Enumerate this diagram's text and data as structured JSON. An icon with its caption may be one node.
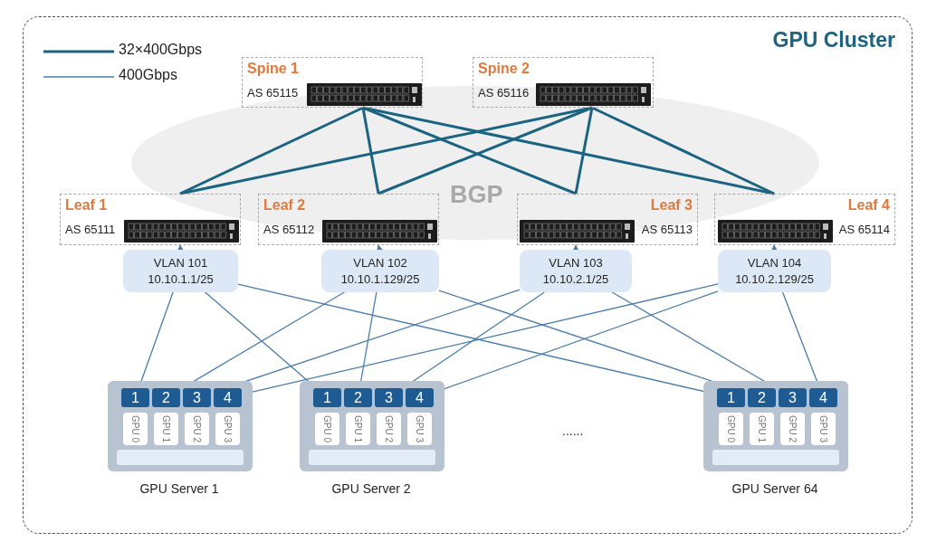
{
  "diagram": {
    "nodes": [
      {
        "text": [
          "GPU Cluster"
        ]
      },
      {
        "text": [
          "Spine 1",
          "AS 65115"
        ],
        "in": 0
      },
      {
        "text": [
          "Spine 2",
          "AS 65116"
        ],
        "in": 0
      },
      {
        "text": [
          "Leaf 1",
          "AS 65111"
        ],
        "in": 0
      },
      {
        "text": [
          "Leaf 2",
          "AS 65112"
        ],
        "in": 0
      },
      {
        "text": [
          "Leaf 3",
          "AS 65113"
        ],
        "in": 0
      },
      {
        "text": [
          "Leaf 4",
          "AS 65114"
        ],
        "in": 0
      },
      {
        "text": [
          "VLAN 101 10.10.1.1/25"
        ],
        "in": 0
      },
      {
        "text": [
          "VLAN 102 10.10.1.129/25"
        ],
        "in": 0
      },
      {
        "text": [
          "VLAN 103 10.10.2.1/25"
        ],
        "in": 0
      },
      {
        "text": [
          "VLAN 104 10.10.2.129/25"
        ],
        "in": 0
      },
      {
        "text": [],
        "shape": "box",
        "in": 0,
        "beside": [
          "GPU Server 1"
        ]
      },
      {
        "text": [
          "1"
        ],
        "in": 11
      },
      {
        "text": [
          "2"
        ],
        "in": 11
      },
      {
        "text": [
          "3"
        ],
        "in": 11
      },
      {
        "text": [
          "4"
        ],
        "in": 11
      },
      {
        "text": [
          "GPU 0"
        ],
        "in": 11
      },
      {
        "text": [
          "GPU 1"
        ],
        "in": 11
      },
      {
        "text": [
          "GPU 2"
        ],
        "in": 11
      },
      {
        "text": [
          "GPU 3"
        ],
        "in": 11
      },
      {
        "text": [],
        "shape": "box",
        "in": 0,
        "beside": [
          "GPU Server 2"
        ]
      },
      {
        "text": [
          "1"
        ],
        "in": 20
      },
      {
        "text": [
          "2"
        ],
        "in": 20
      },
      {
        "text": [
          "3"
        ],
        "in": 20
      },
      {
        "text": [
          "4"
        ],
        "in": 20
      },
      {
        "text": [
          "GPU 0"
        ],
        "in": 20
      },
      {
        "text": [
          "GPU 1"
        ],
        "in": 20
      },
      {
        "text": [
          "GPU 2"
        ],
        "in": 20
      },
      {
        "text": [
          "GPU 3"
        ],
        "in": 20
      },
      {
        "text": [],
        "shape": "box",
        "in": 0,
        "beside": [
          "GPU Server 64"
        ]
      },
      {
        "text": [
          "1"
        ],
        "in": 29
      },
      {
        "text": [
          "2"
        ],
        "in": 29
      },
      {
        "text": [
          "3"
        ],
        "in": 29
      },
      {
        "text": [
          "4"
        ],
        "in": 29
      },
      {
        "text": [
          "GPU 0"
        ],
        "in": 29
      },
      {
        "text": [
          "GPU 1"
        ],
        "in": 29
      },
      {
        "text": [
          "GPU 2"
        ],
        "in": 29
      },
      {
        "text": [
          "GPU 3"
        ],
        "in": 29
      }
    ],
    "edges": [
      {
        "from": 1,
        "to": 3,
        "arrow": "none",
        "style": "thick",
        "color": "#1b6481"
      },
      {
        "from": 1,
        "to": 4,
        "arrow": "none",
        "style": "thick",
        "color": "#1b6481"
      },
      {
        "from": 1,
        "to": 5,
        "arrow": "none",
        "style": "thick",
        "color": "#1b6481"
      },
      {
        "from": 1,
        "to": 6,
        "arrow": "none",
        "style": "thick",
        "color": "#1b6481"
      },
      {
        "from": 2,
        "to": 3,
        "arrow": "none",
        "style": "thick",
        "color": "#1b6481"
      },
      {
        "from": 2,
        "to": 4,
        "arrow": "none",
        "style": "thick",
        "color": "#1b6481"
      },
      {
        "from": 2,
        "to": 5,
        "arrow": "none",
        "style": "thick",
        "color": "#1b6481"
      },
      {
        "from": 2,
        "to": 6,
        "arrow": "none",
        "style": "thick",
        "color": "#1b6481"
      },
      {
        "from": 7,
        "to": 3,
        "arrow": "to"
      },
      {
        "from": 8,
        "to": 4,
        "arrow": "to"
      },
      {
        "from": 9,
        "to": 5,
        "arrow": "to"
      },
      {
        "from": 10,
        "to": 6,
        "arrow": "to"
      },
      {
        "from": 7,
        "to": 12,
        "arrow": "none"
      },
      {
        "from": 8,
        "to": 13,
        "arrow": "none"
      },
      {
        "from": 9,
        "to": 14,
        "arrow": "none"
      },
      {
        "from": 10,
        "to": 15,
        "arrow": "none"
      },
      {
        "from": 7,
        "to": 21,
        "arrow": "none"
      },
      {
        "from": 8,
        "to": 22,
        "arrow": "none"
      },
      {
        "from": 9,
        "to": 23,
        "arrow": "none"
      },
      {
        "from": 10,
        "to": 24,
        "arrow": "none"
      },
      {
        "from": 7,
        "to": 30,
        "arrow": "none"
      },
      {
        "from": 8,
        "to": 31,
        "arrow": "none"
      },
      {
        "from": 9,
        "to": 32,
        "arrow": "none"
      },
      {
        "from": 10,
        "to": 33,
        "arrow": "none"
      }
    ],
    "labels": [
      "BGP",
      "......"
    ],
    "legend": [
      {
        "text": "32×400Gbps"
      },
      {
        "text": "400Gbps"
      }
    ]
  }
}
